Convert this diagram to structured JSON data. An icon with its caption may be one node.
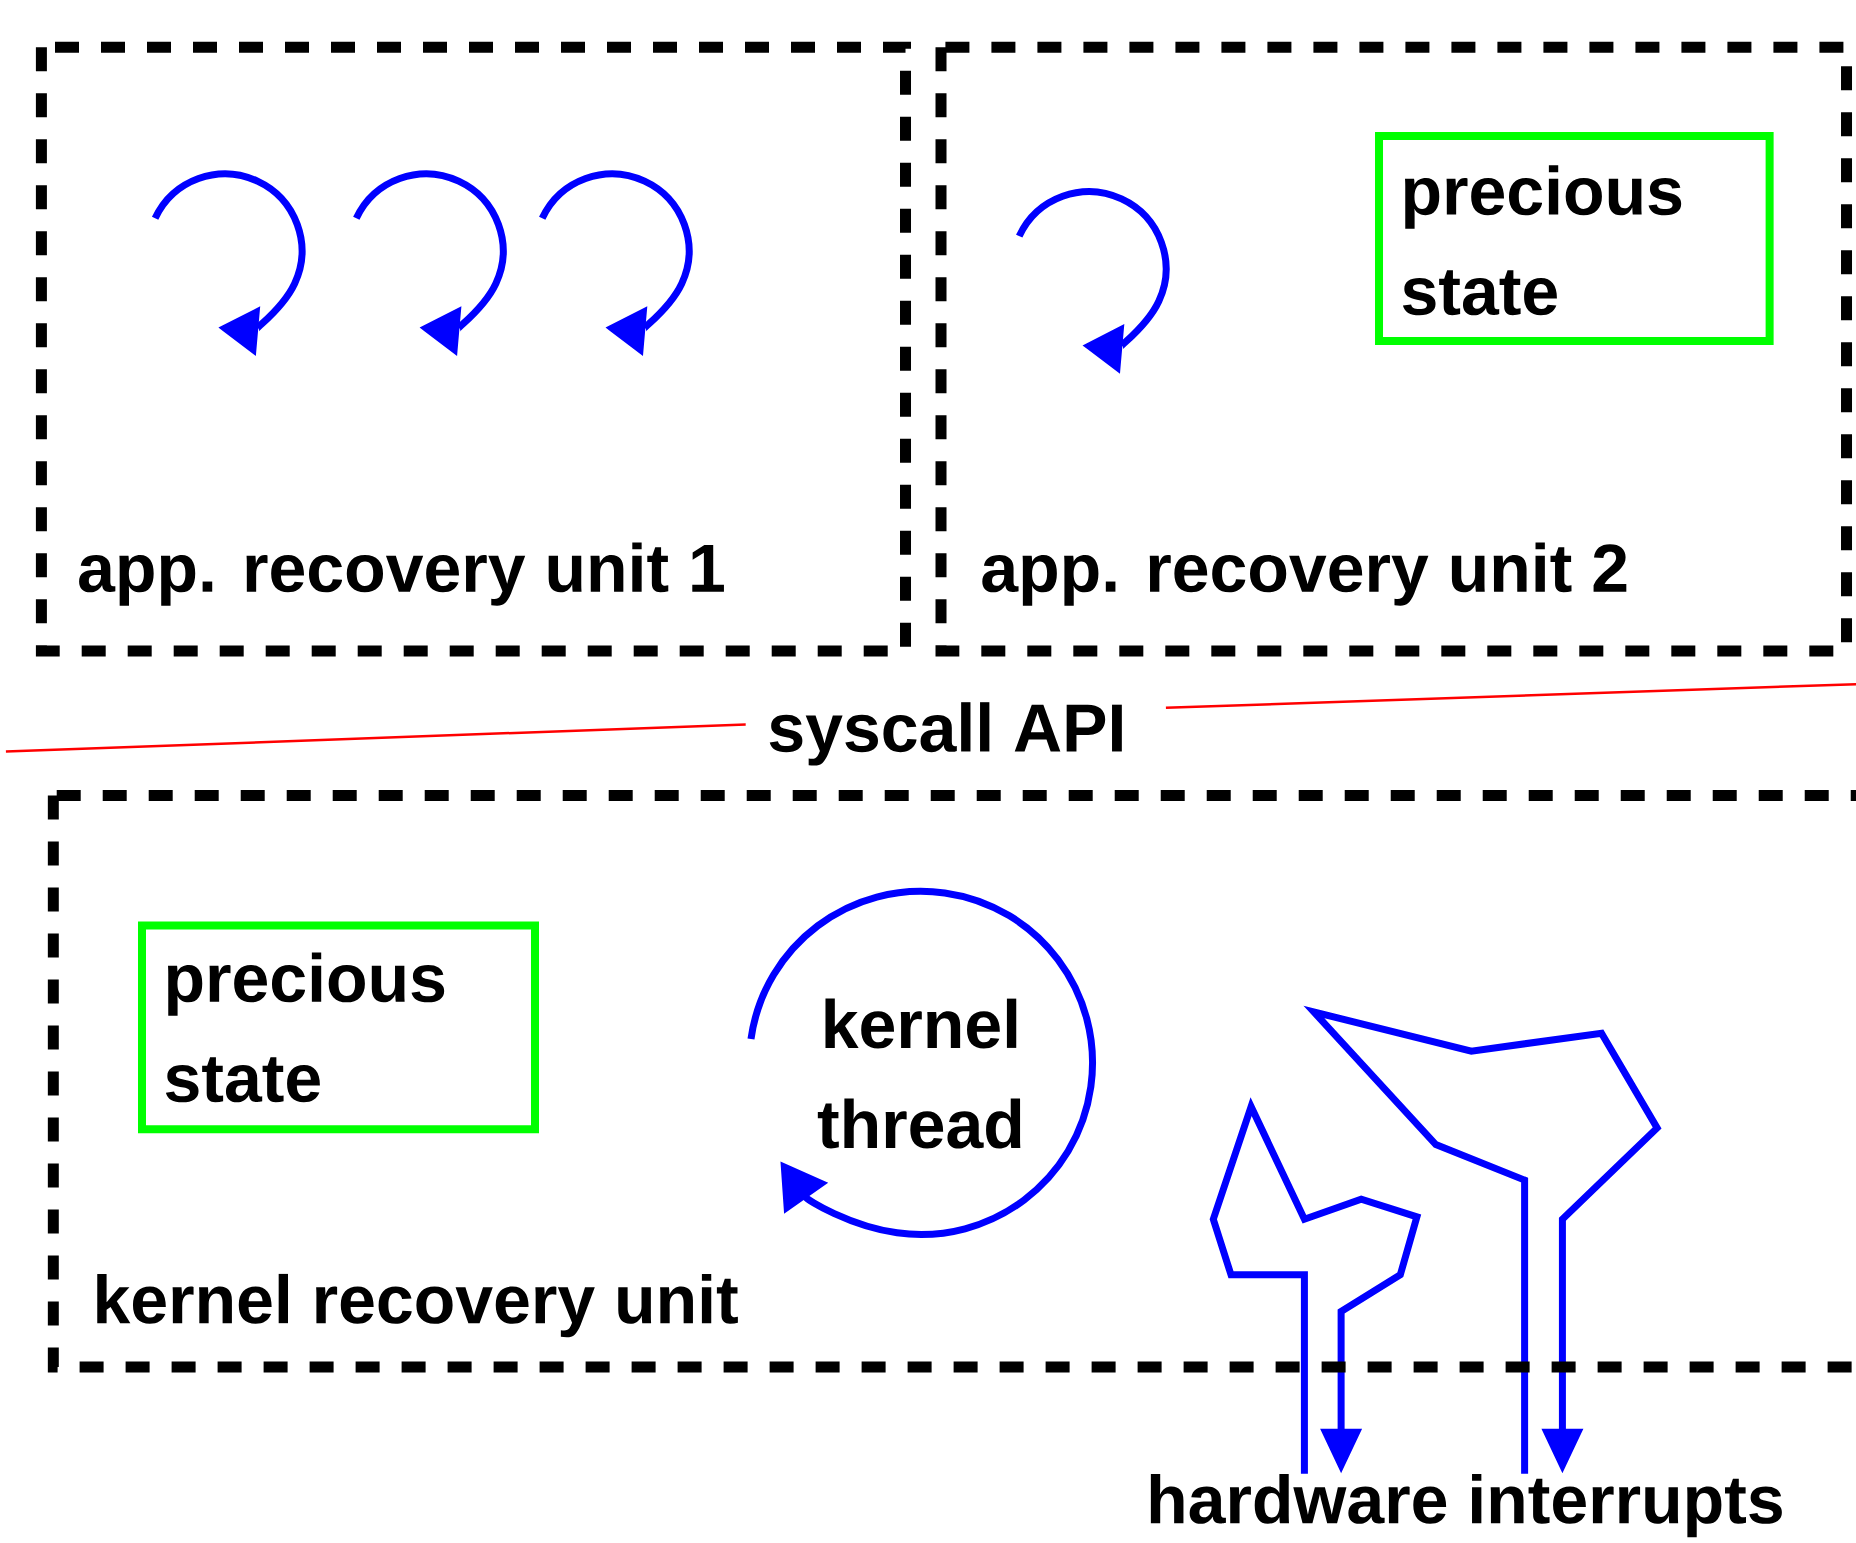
{
  "diagram": {
    "nodes": [
      {
        "text": [
          "app. recovery unit 1"
        ]
      },
      {
        "text": [
          "app. recovery unit 2"
        ]
      },
      {
        "text": [
          "precious state"
        ],
        "in": 1
      },
      {
        "text": [
          "kernel recovery unit"
        ]
      },
      {
        "text": [
          "precious state"
        ],
        "in": 3
      },
      {
        "text": [
          "kernel thread"
        ],
        "in": 3
      }
    ],
    "labels": [
      "syscall API",
      "hardware interrupts"
    ]
  }
}
